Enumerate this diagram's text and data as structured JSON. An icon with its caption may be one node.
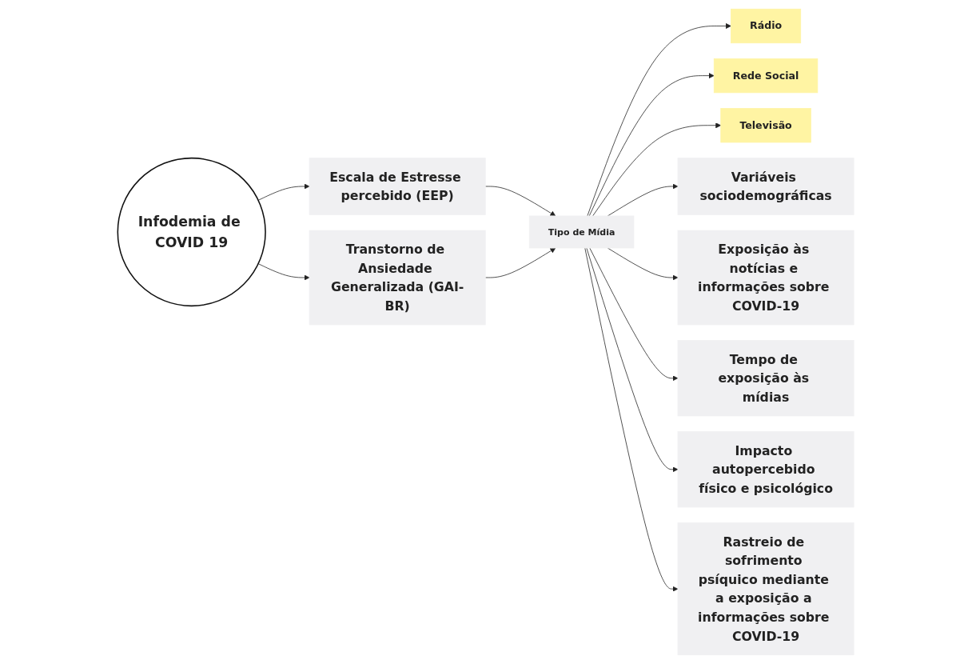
{
  "diagram": {
    "nodes": [
      {
        "text": [
          "Infodemia de COVID 19"
        ]
      },
      {
        "text": [
          "Escala de Estresse percebido (EEP)"
        ]
      },
      {
        "text": [
          "Transtorno de Ansiedade Generalizada (GAI-BR)"
        ]
      },
      {
        "text": [
          "Tipo de Mídia"
        ]
      },
      {
        "text": [
          "Rádio"
        ]
      },
      {
        "text": [
          "Rede Social"
        ]
      },
      {
        "text": [
          "Televisão"
        ]
      },
      {
        "text": [
          "Variáveis sociodemográficas"
        ]
      },
      {
        "text": [
          "Exposição às notícias e informações sobre COVID-19"
        ]
      },
      {
        "text": [
          "Tempo de exposição às mídias"
        ]
      },
      {
        "text": [
          "Impacto autopercebido físico e psicológico"
        ]
      },
      {
        "text": [
          "Rastreio de sofrimento psíquico mediante a exposição a informações sobre COVID-19"
        ]
      }
    ],
    "edges": [
      {
        "from": 0,
        "to": 1,
        "arrow": "to"
      },
      {
        "from": 0,
        "to": 2,
        "arrow": "to"
      },
      {
        "from": 1,
        "to": 3,
        "arrow": "to"
      },
      {
        "from": 2,
        "to": 3,
        "arrow": "to"
      },
      {
        "from": 3,
        "to": 4,
        "arrow": "to"
      },
      {
        "from": 3,
        "to": 5,
        "arrow": "to"
      },
      {
        "from": 3,
        "to": 6,
        "arrow": "to"
      },
      {
        "from": 3,
        "to": 7,
        "arrow": "to"
      },
      {
        "from": 3,
        "to": 8,
        "arrow": "to"
      },
      {
        "from": 3,
        "to": 9,
        "arrow": "to"
      },
      {
        "from": 3,
        "to": 10,
        "arrow": "to"
      },
      {
        "from": 3,
        "to": 11,
        "arrow": "to"
      }
    ]
  }
}
